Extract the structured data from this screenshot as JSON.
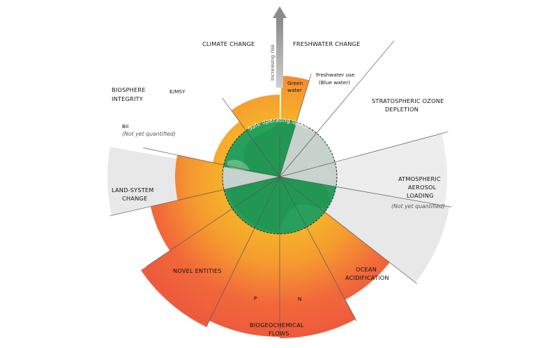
{
  "title": "",
  "colors": {
    "wedge_inner": "#f7ad27",
    "wedge_outer": "#f1603a",
    "safe_zone": "#27a05b",
    "grey_sector": "#d8d8d8",
    "arrow": "#9a9a9a"
  },
  "arrow_label": "Increasing risk",
  "safe_label": "Safe operating space",
  "boundaries": {
    "climate": "CLIMATE CHANGE",
    "freshwater": "FRESHWATER CHANGE",
    "ozone_l1": "STRATOSPHERIC OZONE",
    "ozone_l2": "DEPLETION",
    "aerosol_l1": "ATMOSPHERIC",
    "aerosol_l2": "AEROSOL",
    "aerosol_l3": "LOADING",
    "aerosol_note": "(Not yet quantified)",
    "ocean_l1": "OCEAN",
    "ocean_l2": "ACIDIFICATION",
    "bio_l1": "BIOGEOCHEMICAL",
    "bio_l2": "FLOWS",
    "novel": "NOVEL ENTITIES",
    "land_l1": "LAND-SYSTEM",
    "land_l2": "CHANGE",
    "biosphere_l1": "BIOSPHERE",
    "biosphere_l2": "INTEGRITY"
  },
  "sub_labels": {
    "emsy": "E/MSY",
    "bii": "BII",
    "bii_note": "(Not yet quantified)",
    "green_l1": "Green",
    "green_l2": "water",
    "blue_l1": "Freshwater use",
    "blue_l2": "(Blue water)",
    "p": "P",
    "n": "N"
  },
  "chart_data": {
    "type": "polar-wedge",
    "levels": {
      "climate_change": "beyond boundary, increasing risk",
      "green_water": "beyond boundary, increasing risk",
      "blue_water": "within safe operating space",
      "stratospheric_ozone_depletion": "within safe operating space",
      "atmospheric_aerosol_loading": "not yet quantified",
      "ocean_acidification": "beyond boundary, increasing risk",
      "biogeochemical_flows_N": "high risk",
      "biogeochemical_flows_P": "high risk",
      "novel_entities": "high risk",
      "land_system_change": "beyond boundary, increasing risk",
      "biosphere_integrity_EMSY": "high risk",
      "biosphere_integrity_BII": "not yet quantified"
    }
  }
}
